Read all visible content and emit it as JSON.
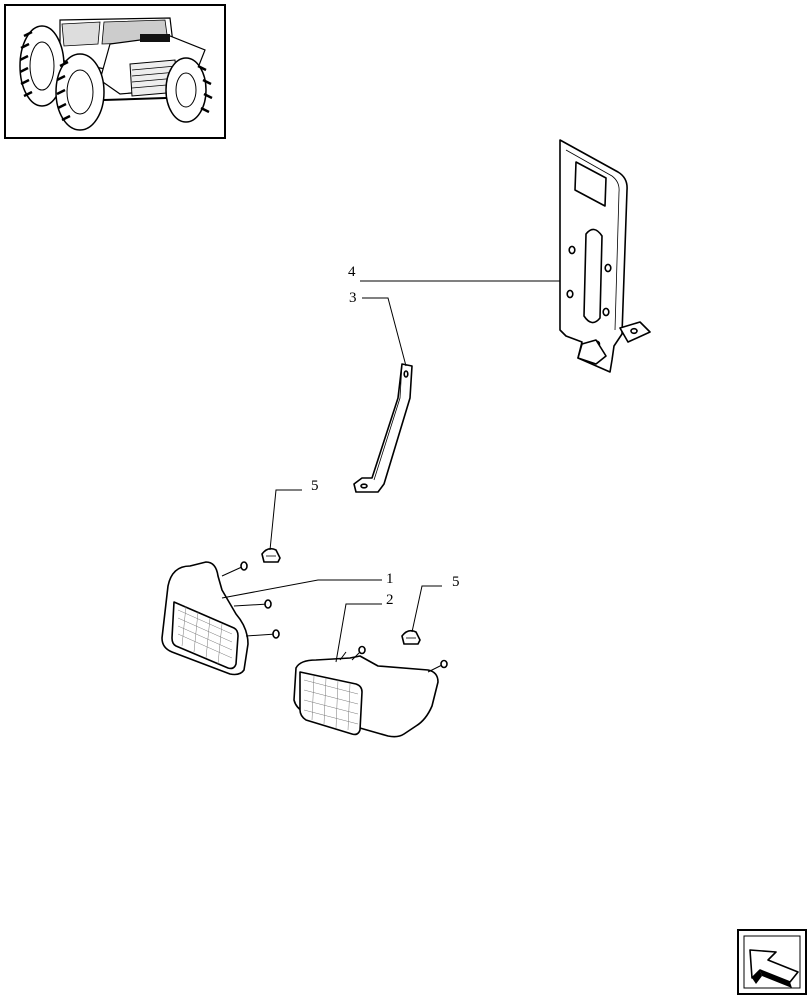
{
  "diagram": {
    "callouts": [
      {
        "id": "1",
        "label": "1"
      },
      {
        "id": "2",
        "label": "2"
      },
      {
        "id": "3",
        "label": "3"
      },
      {
        "id": "4",
        "label": "4"
      },
      {
        "id": "5a",
        "label": "5"
      },
      {
        "id": "5b",
        "label": "5"
      }
    ],
    "parts": [
      {
        "ref": "1",
        "icon": "rear-work-lamp-left"
      },
      {
        "ref": "2",
        "icon": "rear-work-lamp-right"
      },
      {
        "ref": "3",
        "icon": "lamp-support-strap"
      },
      {
        "ref": "4",
        "icon": "lamp-mounting-bracket"
      },
      {
        "ref": "5",
        "icon": "bulb"
      }
    ]
  },
  "thumbnail": {
    "icon": "tractor-thumbnail"
  },
  "navigation": {
    "icon": "next-page-arrow-icon"
  }
}
